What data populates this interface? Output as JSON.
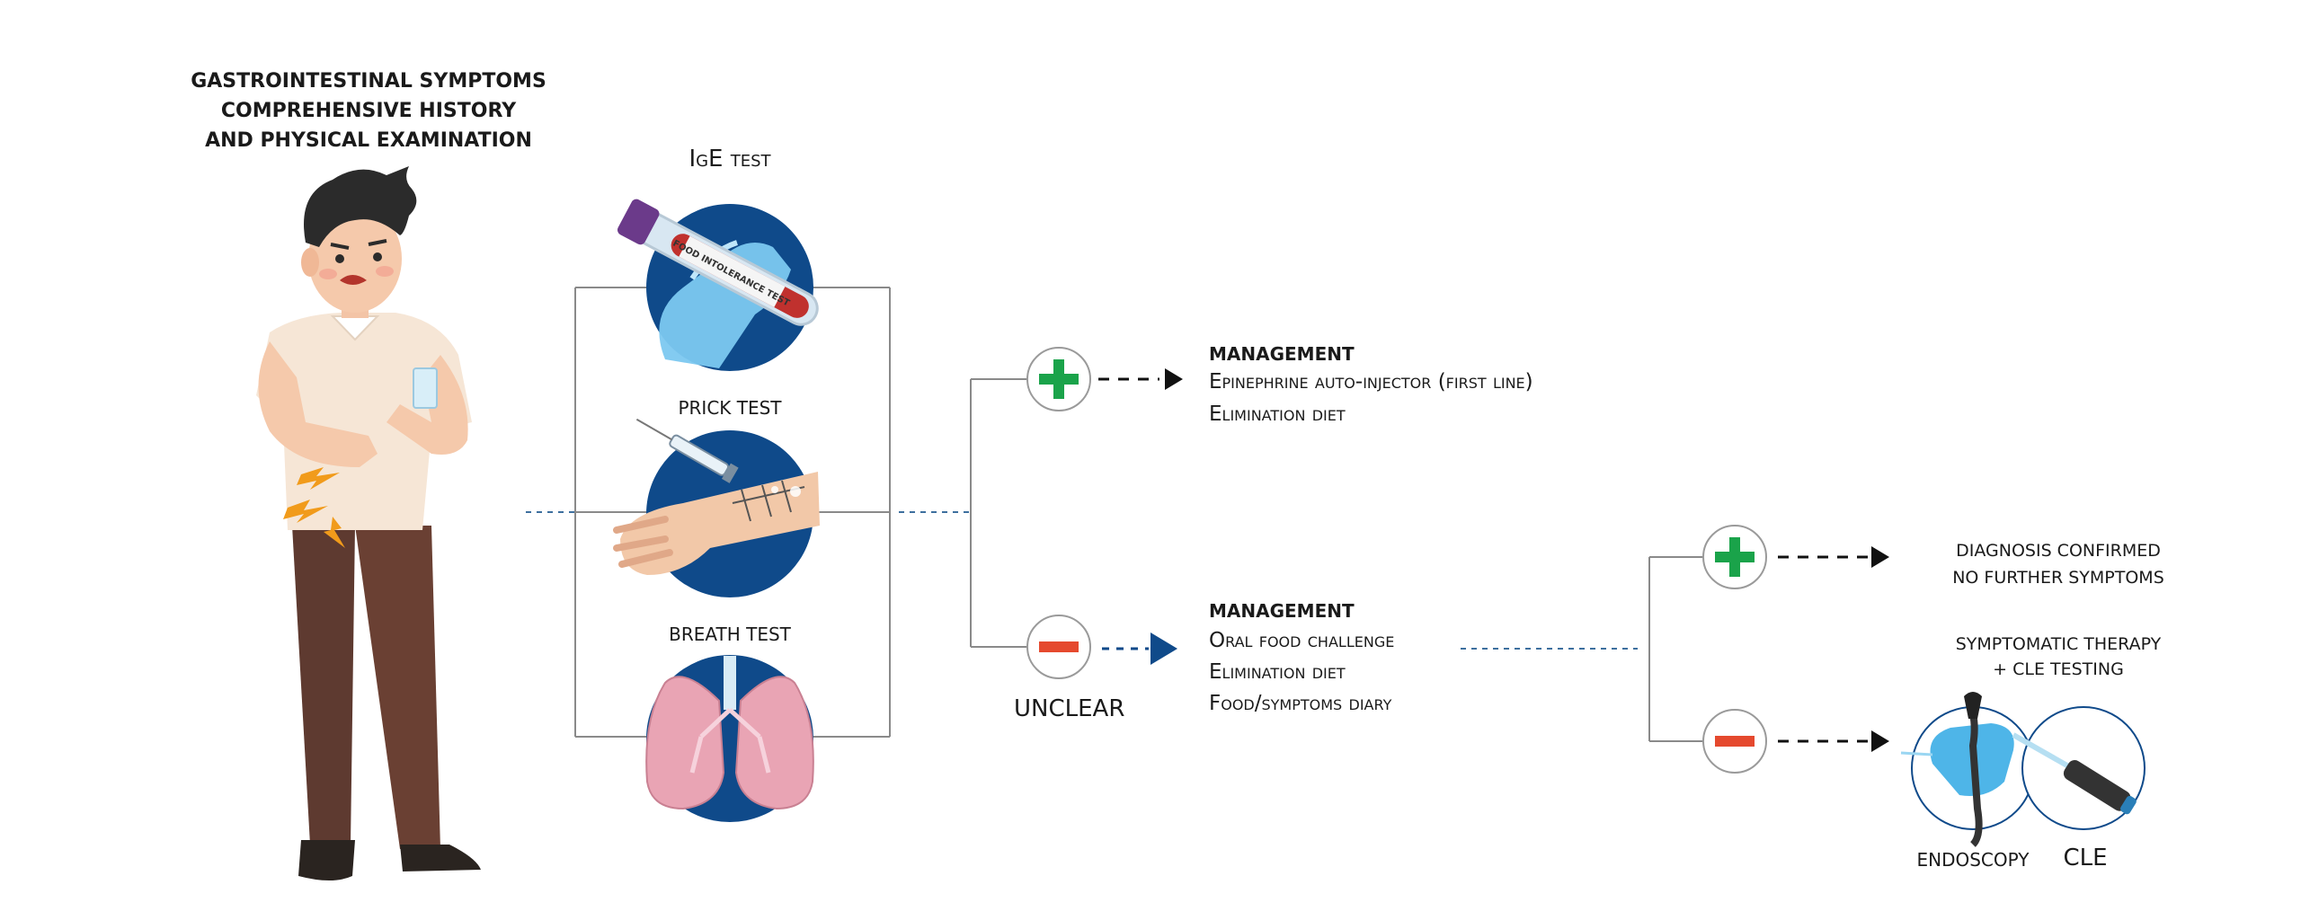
{
  "title": {
    "line1": "GASTROINTESTINAL SYMPTOMS",
    "line2": "COMPREHENSIVE HISTORY",
    "line3": "AND PHYSICAL EXAMINATION"
  },
  "tests": {
    "ige": "IgE test",
    "tube_label": "FOOD INTOLERANCE TEST",
    "prick": "PRICK TEST",
    "breath": "BREATH TEST"
  },
  "positive_branch": {
    "heading": "MANAGEMENT",
    "items": [
      "Epinephrine auto-injector (first line)",
      "Elimination diet"
    ]
  },
  "negative_branch": {
    "outcome_label": "UNCLEAR",
    "heading": "MANAGEMENT",
    "items": [
      "Oral food challenge",
      "Elimination diet",
      "Food/symptoms diary"
    ]
  },
  "followup": {
    "positive_line1": "DIAGNOSIS CONFIRMED",
    "positive_line2": "NO FURTHER SYMPTOMS",
    "negative_line1": "SYMPTOMATIC THERAPY",
    "negative_line2": "+ CLE TESTING",
    "endoscopy": "ENDOSCOPY",
    "cle": "CLE"
  },
  "colors": {
    "navy": "#0f4a8a",
    "plus_green": "#1aa34a",
    "minus_red": "#e5492e",
    "dash_blue": "#3d6f9e",
    "glove_blue": "#4eb5e8"
  }
}
